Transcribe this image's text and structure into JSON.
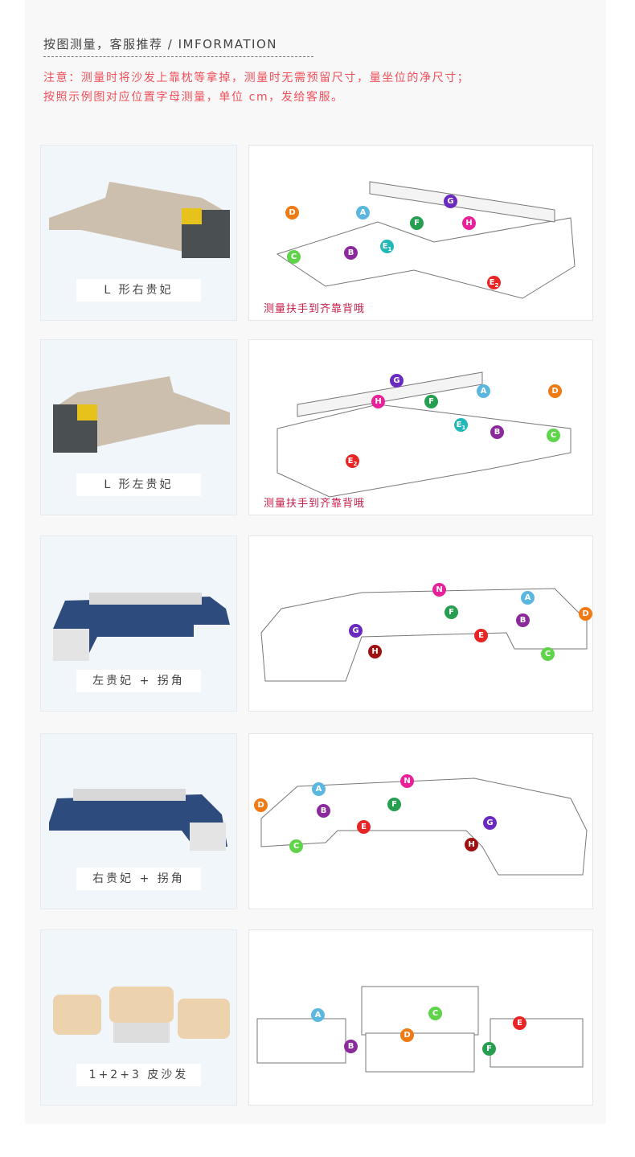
{
  "header": {
    "title": "按图测量，客服推荐 / IMFORMATION",
    "note_line1": "注意：测量时将沙发上靠枕等拿掉，测量时无需预留尺寸，量坐位的净尺寸；",
    "note_line2": "按照示例图对应位置字母测量，单位 cm，发给客服。"
  },
  "colors": {
    "A": "#5bb7e0",
    "B": "#8b2a9c",
    "C": "#5fd34a",
    "D": "#f07a14",
    "E1": "#22b8b8",
    "E": "#e82424",
    "F": "#26a050",
    "G": "#6a2ac0",
    "H": "#e8209a",
    "N": "#e8209a",
    "H3": "#a01212"
  },
  "sections": [
    {
      "label": "L 形右贵妃",
      "caption": "测量扶手到齐靠背哦",
      "markers": [
        "D",
        "A",
        "G",
        "F",
        "H",
        "E1",
        "B",
        "C",
        "E2"
      ]
    },
    {
      "label": "L 形左贵妃",
      "caption": "测量扶手到齐靠背哦",
      "markers": [
        "G",
        "H",
        "F",
        "A",
        "D",
        "E1",
        "B",
        "C",
        "E2"
      ]
    },
    {
      "label": "左贵妃 + 拐角",
      "markers": [
        "N",
        "A",
        "D",
        "F",
        "B",
        "G",
        "E",
        "H",
        "C"
      ]
    },
    {
      "label": "右贵妃 + 拐角",
      "markers": [
        "N",
        "A",
        "D",
        "F",
        "B",
        "E",
        "G",
        "H",
        "C"
      ]
    },
    {
      "label": "1+2+3 皮沙发",
      "markers": [
        "A",
        "B",
        "C",
        "D",
        "E",
        "F"
      ]
    }
  ]
}
